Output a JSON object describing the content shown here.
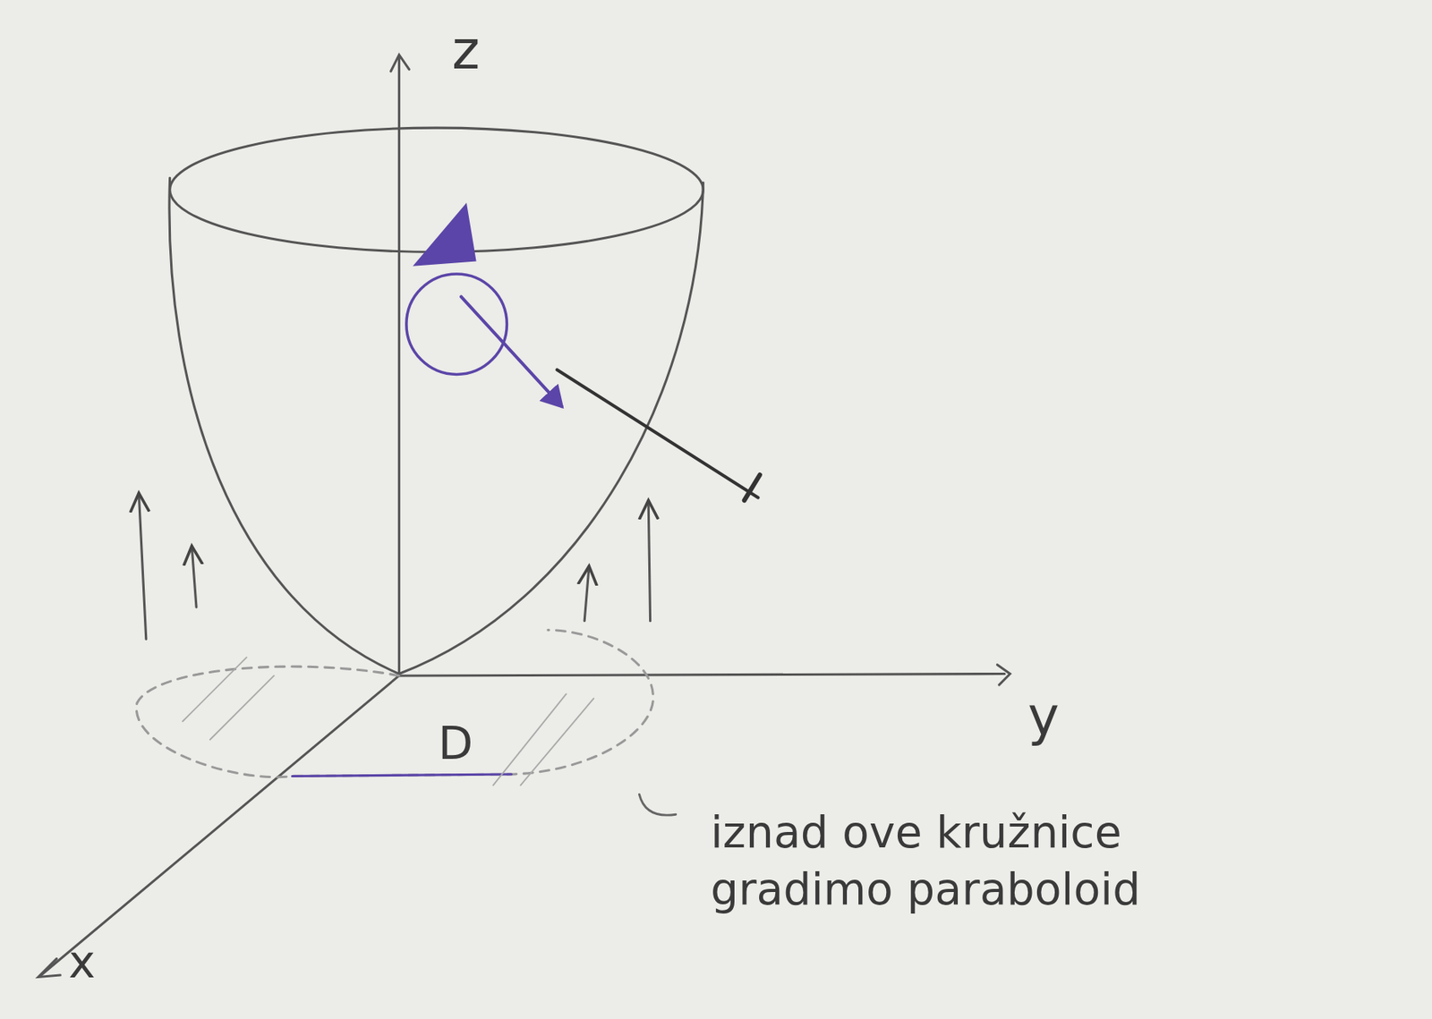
{
  "diagram": {
    "labels": [
      "z",
      "y",
      "x",
      "D",
      "iznad ove kružnice gradimo paraboloid"
    ]
  }
}
